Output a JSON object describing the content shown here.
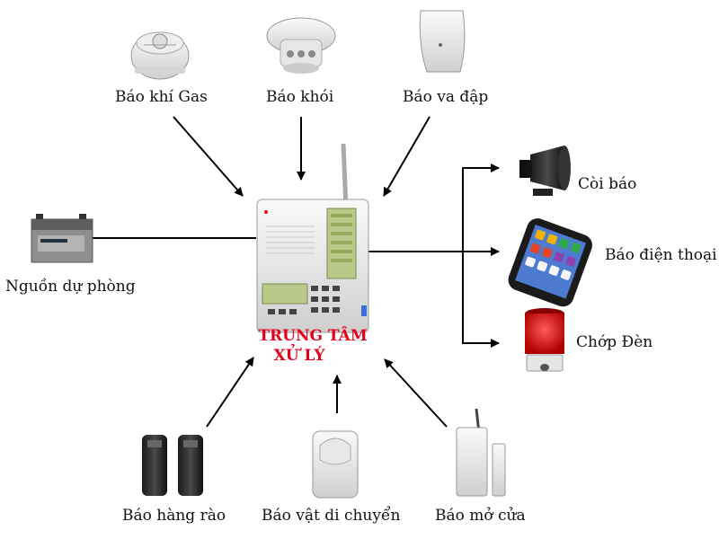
{
  "center": {
    "line1": "TRUNG TÂM",
    "line2": "XỬ LÝ"
  },
  "inputs": {
    "gas": "Báo khí Gas",
    "smoke": "Báo khói",
    "shock": "Báo va đập",
    "backup_power": "Nguồn dự phòng",
    "fence": "Báo hàng rào",
    "motion": "Báo vật di chuyển",
    "door": "Báo mở cửa"
  },
  "outputs": {
    "siren": "Còi báo",
    "phone": "Báo điện thoại",
    "strobe": "Chớp Đèn"
  },
  "colors": {
    "center_title": "#e2001a",
    "arrows": "#000000",
    "panel_screen": "#b8c98a"
  }
}
